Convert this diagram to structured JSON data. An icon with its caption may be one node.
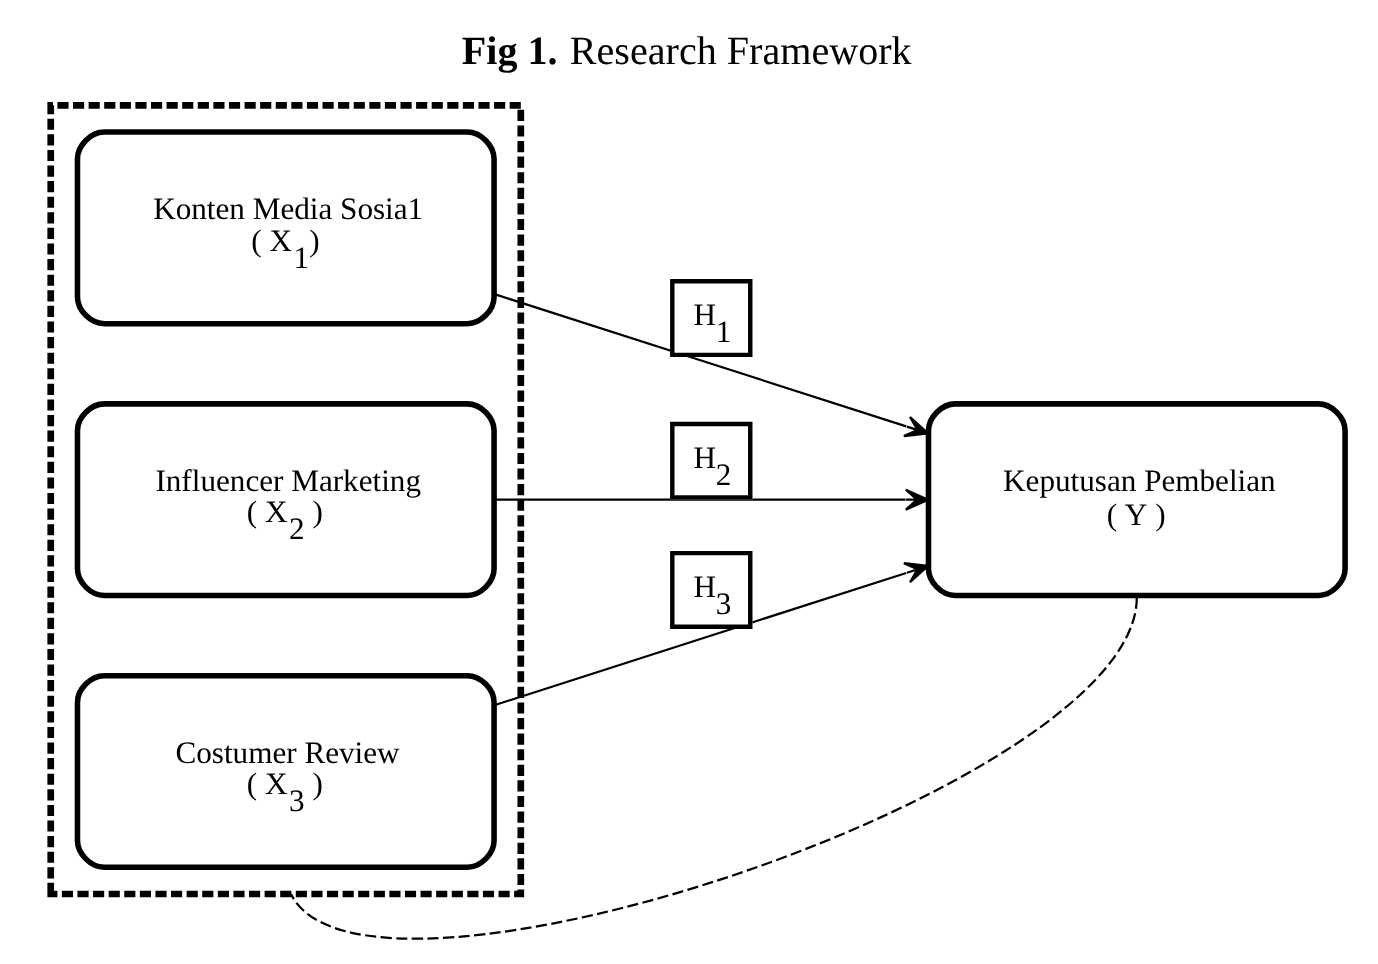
{
  "diagram": {
    "title": "**Fig 1.** Research Framework",
    "nodes": [
      {
        "text": [],
        "shape": "box"
      },
      {
        "text": [
          "Konten Media Sosia1 ( X$_{1}$)"
        ],
        "in": 0
      },
      {
        "text": [
          "Influencer Marketing ( X$_{2}$ )"
        ],
        "in": 0
      },
      {
        "text": [
          "Costumer Review ( X$_{3}$ )"
        ],
        "in": 0
      },
      {
        "text": [
          "Keputusan Pembelian ( Y )"
        ]
      }
    ],
    "edges": [
      {
        "from": 1,
        "to": 4,
        "arrow": "to",
        "label": "H$_{1}$"
      },
      {
        "from": 2,
        "to": 4,
        "arrow": "to",
        "label": "H$_{2}$"
      },
      {
        "from": 3,
        "to": 4,
        "arrow": "to",
        "label": "H$_{3}$"
      },
      {
        "from": 4,
        "to": 0,
        "arrow": "none",
        "style": "dashed"
      }
    ]
  }
}
